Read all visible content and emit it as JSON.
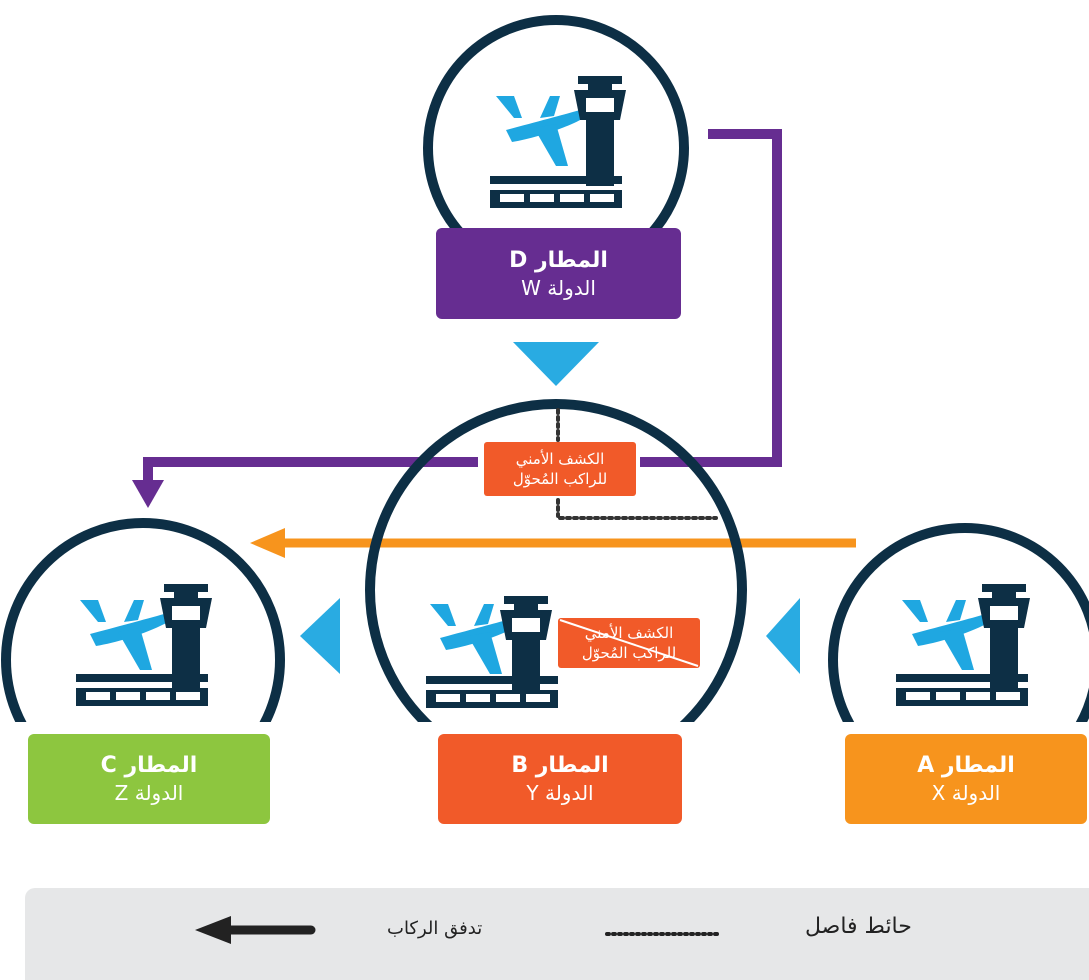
{
  "airports": {
    "A": {
      "name": "المطار A",
      "country": "الدولة X",
      "color": "#f7941d"
    },
    "B": {
      "name": "المطار B",
      "country": "الدولة Y",
      "color": "#f15a29"
    },
    "C": {
      "name": "المطار C",
      "country": "الدولة Z",
      "color": "#8dc63f"
    },
    "D": {
      "name": "المطار D",
      "country": "الدولة W",
      "color": "#662d91"
    }
  },
  "screening": {
    "active": {
      "line1": "الكشف الأمني",
      "line2": "للراكب المُحوّل",
      "color": "#f15a29"
    },
    "crossed": {
      "line1": "الكشف الأمني",
      "line2": "للراكب المُحوّل",
      "color": "#f15a29"
    }
  },
  "legend": {
    "separator_wall": "حائط فاصل",
    "passenger_flow": "تدفق الركاب"
  },
  "colors": {
    "circle_outline": "#0d2f45",
    "icon": "#1fa7e1",
    "flow_arrow": "#29abe2",
    "purple_route": "#662d91",
    "orange_route": "#f7941d"
  },
  "icons": [
    "airplane-takeoff-icon",
    "control-tower-icon",
    "terminal-icon"
  ]
}
